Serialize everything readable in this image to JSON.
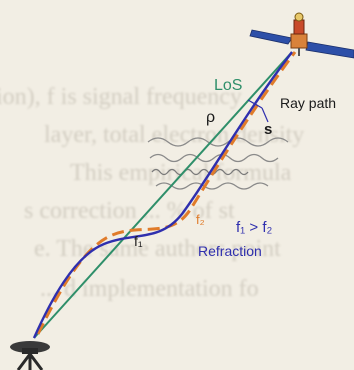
{
  "background_lines": [
    "ion), f is signal frequency",
    "layer, total electron density",
    "This empirical formula",
    "s correction ... % of st",
    "e. The same authors point",
    "... d implementation fo"
  ],
  "labels": {
    "los": "LoS",
    "ray_path": "Ray path",
    "rho": "ρ",
    "s": "s",
    "f2_on_path": "f₂",
    "f1_on_path": "f₁",
    "freq_relation": "f₁ > f₂",
    "refraction": "Refraction"
  },
  "colors": {
    "los_line": "#2f8f6a",
    "path_f1": "#2f2fae",
    "path_f2": "#e07b2a",
    "wave": "#8a8a8a"
  }
}
